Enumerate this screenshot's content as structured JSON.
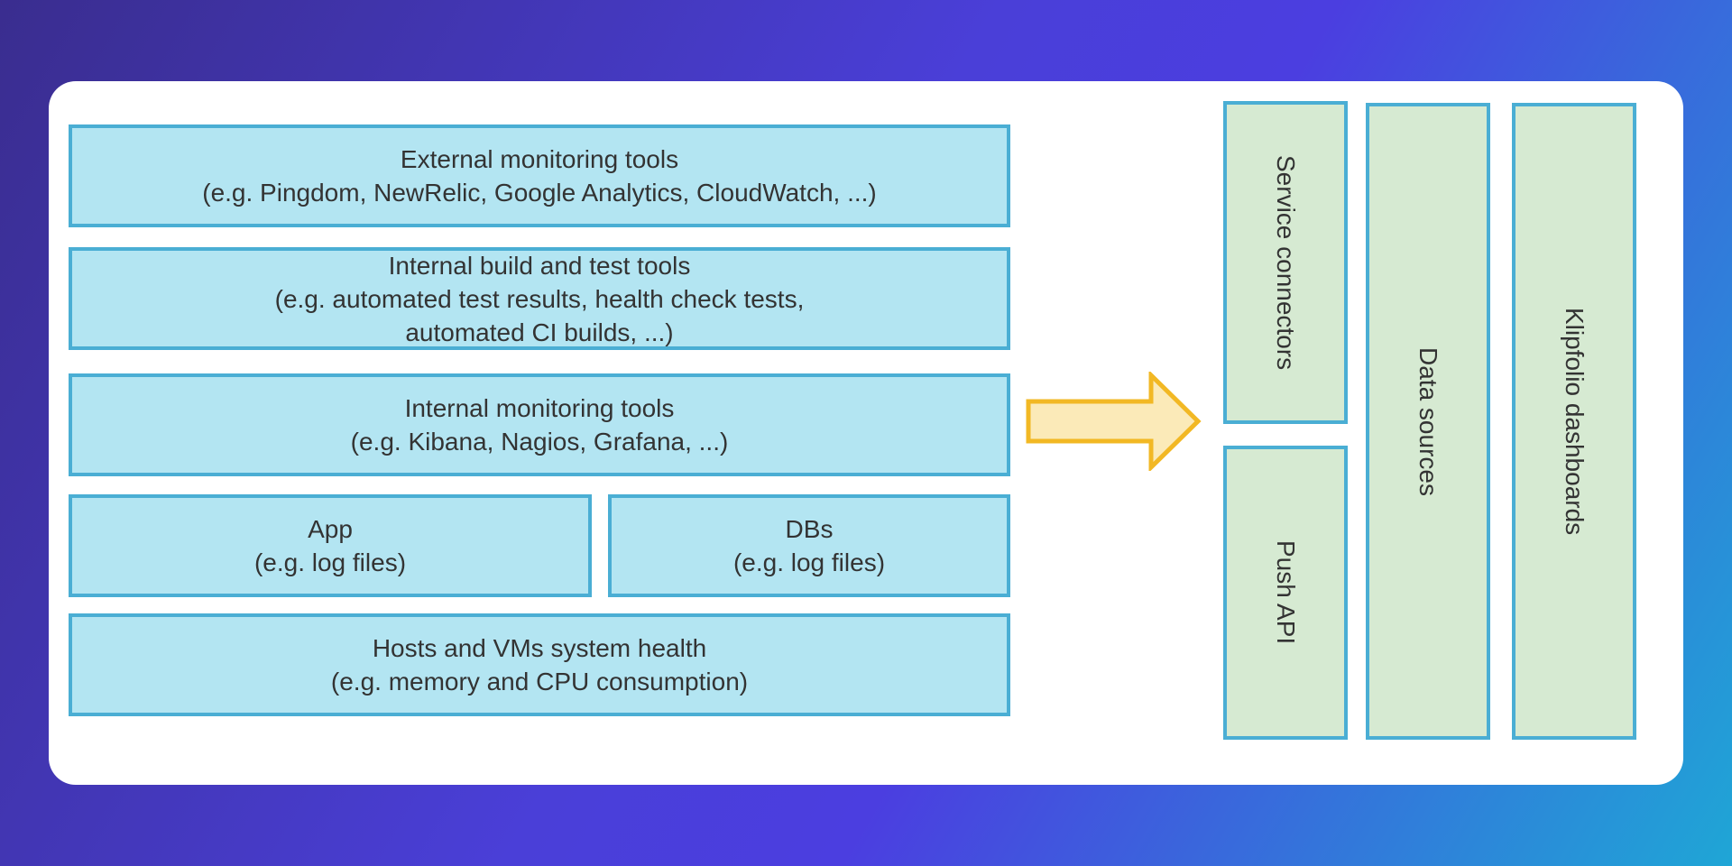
{
  "diagram": {
    "layers": [
      {
        "title": "External monitoring tools",
        "detail": [
          "(e.g. Pingdom, NewRelic, Google Analytics, CloudWatch, ...)"
        ]
      },
      {
        "title": "Internal build and test tools",
        "detail": [
          "(e.g. automated test results, health check tests,",
          "automated CI builds, ...)"
        ]
      },
      {
        "title": "Internal monitoring tools",
        "detail": [
          "(e.g. Kibana, Nagios, Grafana, ...)"
        ]
      },
      {
        "title": "App",
        "detail": [
          "(e.g. log files)"
        ]
      },
      {
        "title": "DBs",
        "detail": [
          "(e.g. log files)"
        ]
      },
      {
        "title": "Hosts and VMs system health",
        "detail": [
          "(e.g. memory and CPU consumption)"
        ]
      }
    ],
    "pipeline": {
      "service_connectors": "Service connectors",
      "push_api": "Push API",
      "data_sources": "Data sources",
      "dashboards": "Klipfolio dashboards"
    },
    "colors": {
      "layer_fill": "#b3e5f2",
      "layer_border": "#4aaed4",
      "pipeline_fill": "#d6ead2",
      "arrow_fill": "#fbeab8",
      "arrow_border": "#f2b824"
    }
  }
}
